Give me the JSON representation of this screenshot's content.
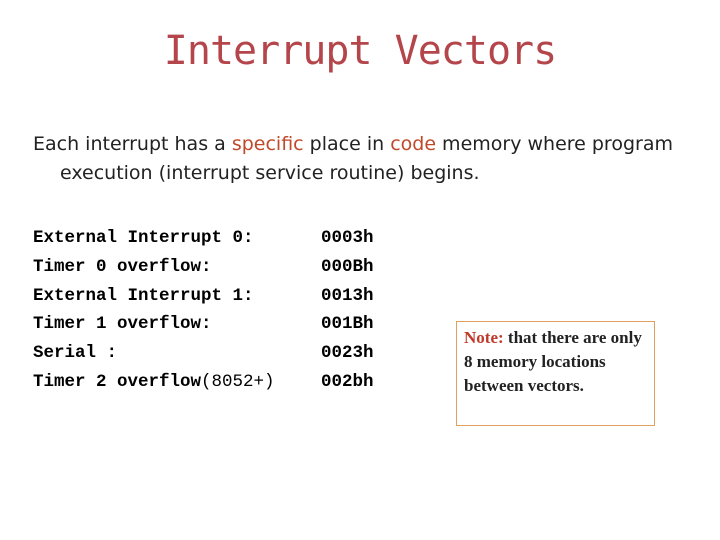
{
  "title": "Interrupt Vectors",
  "intro": {
    "part1": "Each interrupt has a ",
    "highlight1": "specific",
    "part2": " place in ",
    "highlight2": "code",
    "part3": " memory where program",
    "line2": "execution (interrupt service routine) begins."
  },
  "vectors": [
    {
      "label": "External Interrupt 0:",
      "suffix": "",
      "address": "0003h"
    },
    {
      "label": "Timer 0 overflow:",
      "suffix": "",
      "address": "000Bh"
    },
    {
      "label": "External Interrupt 1:",
      "suffix": "",
      "address": "0013h"
    },
    {
      "label": "Timer 1 overflow:",
      "suffix": "",
      "address": "001Bh"
    },
    {
      "label": "Serial :",
      "suffix": "",
      "address": "0023h"
    },
    {
      "label": "Timer 2 overflow",
      "suffix": "(8052+)",
      "address": "002bh"
    }
  ],
  "note": {
    "label": "Note:",
    "text": " that there are only 8 memory locations between vectors."
  },
  "colors": {
    "title": "#b4454a",
    "highlight": "#c0492a",
    "note_border": "#e0a060",
    "note_label": "#c0392b"
  }
}
